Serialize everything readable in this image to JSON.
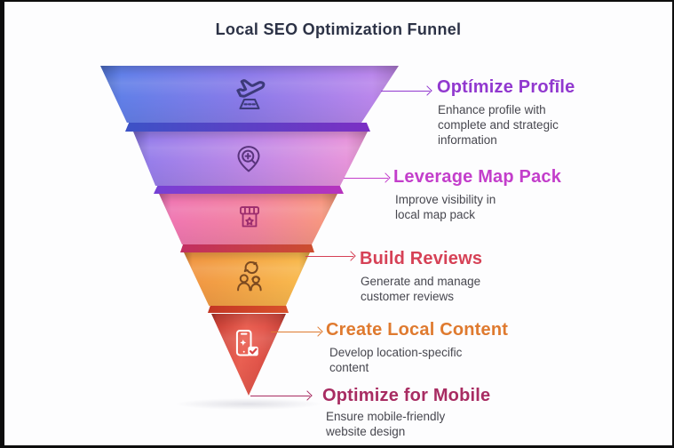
{
  "title": "Local SEO Optimization Funnel",
  "theme": {
    "background": "#fdfdfe",
    "frame_border": "#0d0d0d",
    "title_color": "#2c3246",
    "description_color": "#47474f"
  },
  "funnel": {
    "segments": [
      {
        "icon": "plane-takeoff-icon",
        "color_left": "#5a80e8",
        "color_right": "#c489ec",
        "rim_left": "#3c52c6",
        "rim_right": "#7c2fc4"
      },
      {
        "icon": "map-pin-search-icon",
        "color_left": "#907ceb",
        "color_right": "#ef97d8",
        "rim_left": "#7440d4",
        "rim_right": "#b733bd"
      },
      {
        "icon": "storefront-star-icon",
        "color_left": "#ef74b4",
        "color_right": "#f89b79",
        "rim_left": "#c22d62",
        "rim_right": "#cc4e2e"
      },
      {
        "icon": "customers-chat-icon",
        "color_left": "#f09442",
        "color_right": "#f9bc4e",
        "rim_left": "#c33524",
        "rim_right": "#d8512b"
      },
      {
        "icon": "mobile-check-icon",
        "color_left": "#ea6052",
        "color_right": "#b5352c"
      }
    ]
  },
  "items": [
    {
      "heading": "Optímize Profīle",
      "description": "Enhance profile with\ncomplete and strategic\ninformation",
      "accent_color": "#9138cf"
    },
    {
      "heading": "Leverage Map Pack",
      "description": "Improve visibility in\nlocal map pack",
      "accent_color": "#c33ecb"
    },
    {
      "heading": "Build Reviews",
      "description": "Generate and manage\ncustomer reviews",
      "accent_color": "#d64156"
    },
    {
      "heading": "Create Local Content",
      "description": "Develop location-specific\ncontent",
      "accent_color": "#df7a2f"
    },
    {
      "heading": "Optimize for Mobile",
      "description": "Ensure mobile-friendly\nwebsite design",
      "accent_color": "#a82c62"
    }
  ]
}
